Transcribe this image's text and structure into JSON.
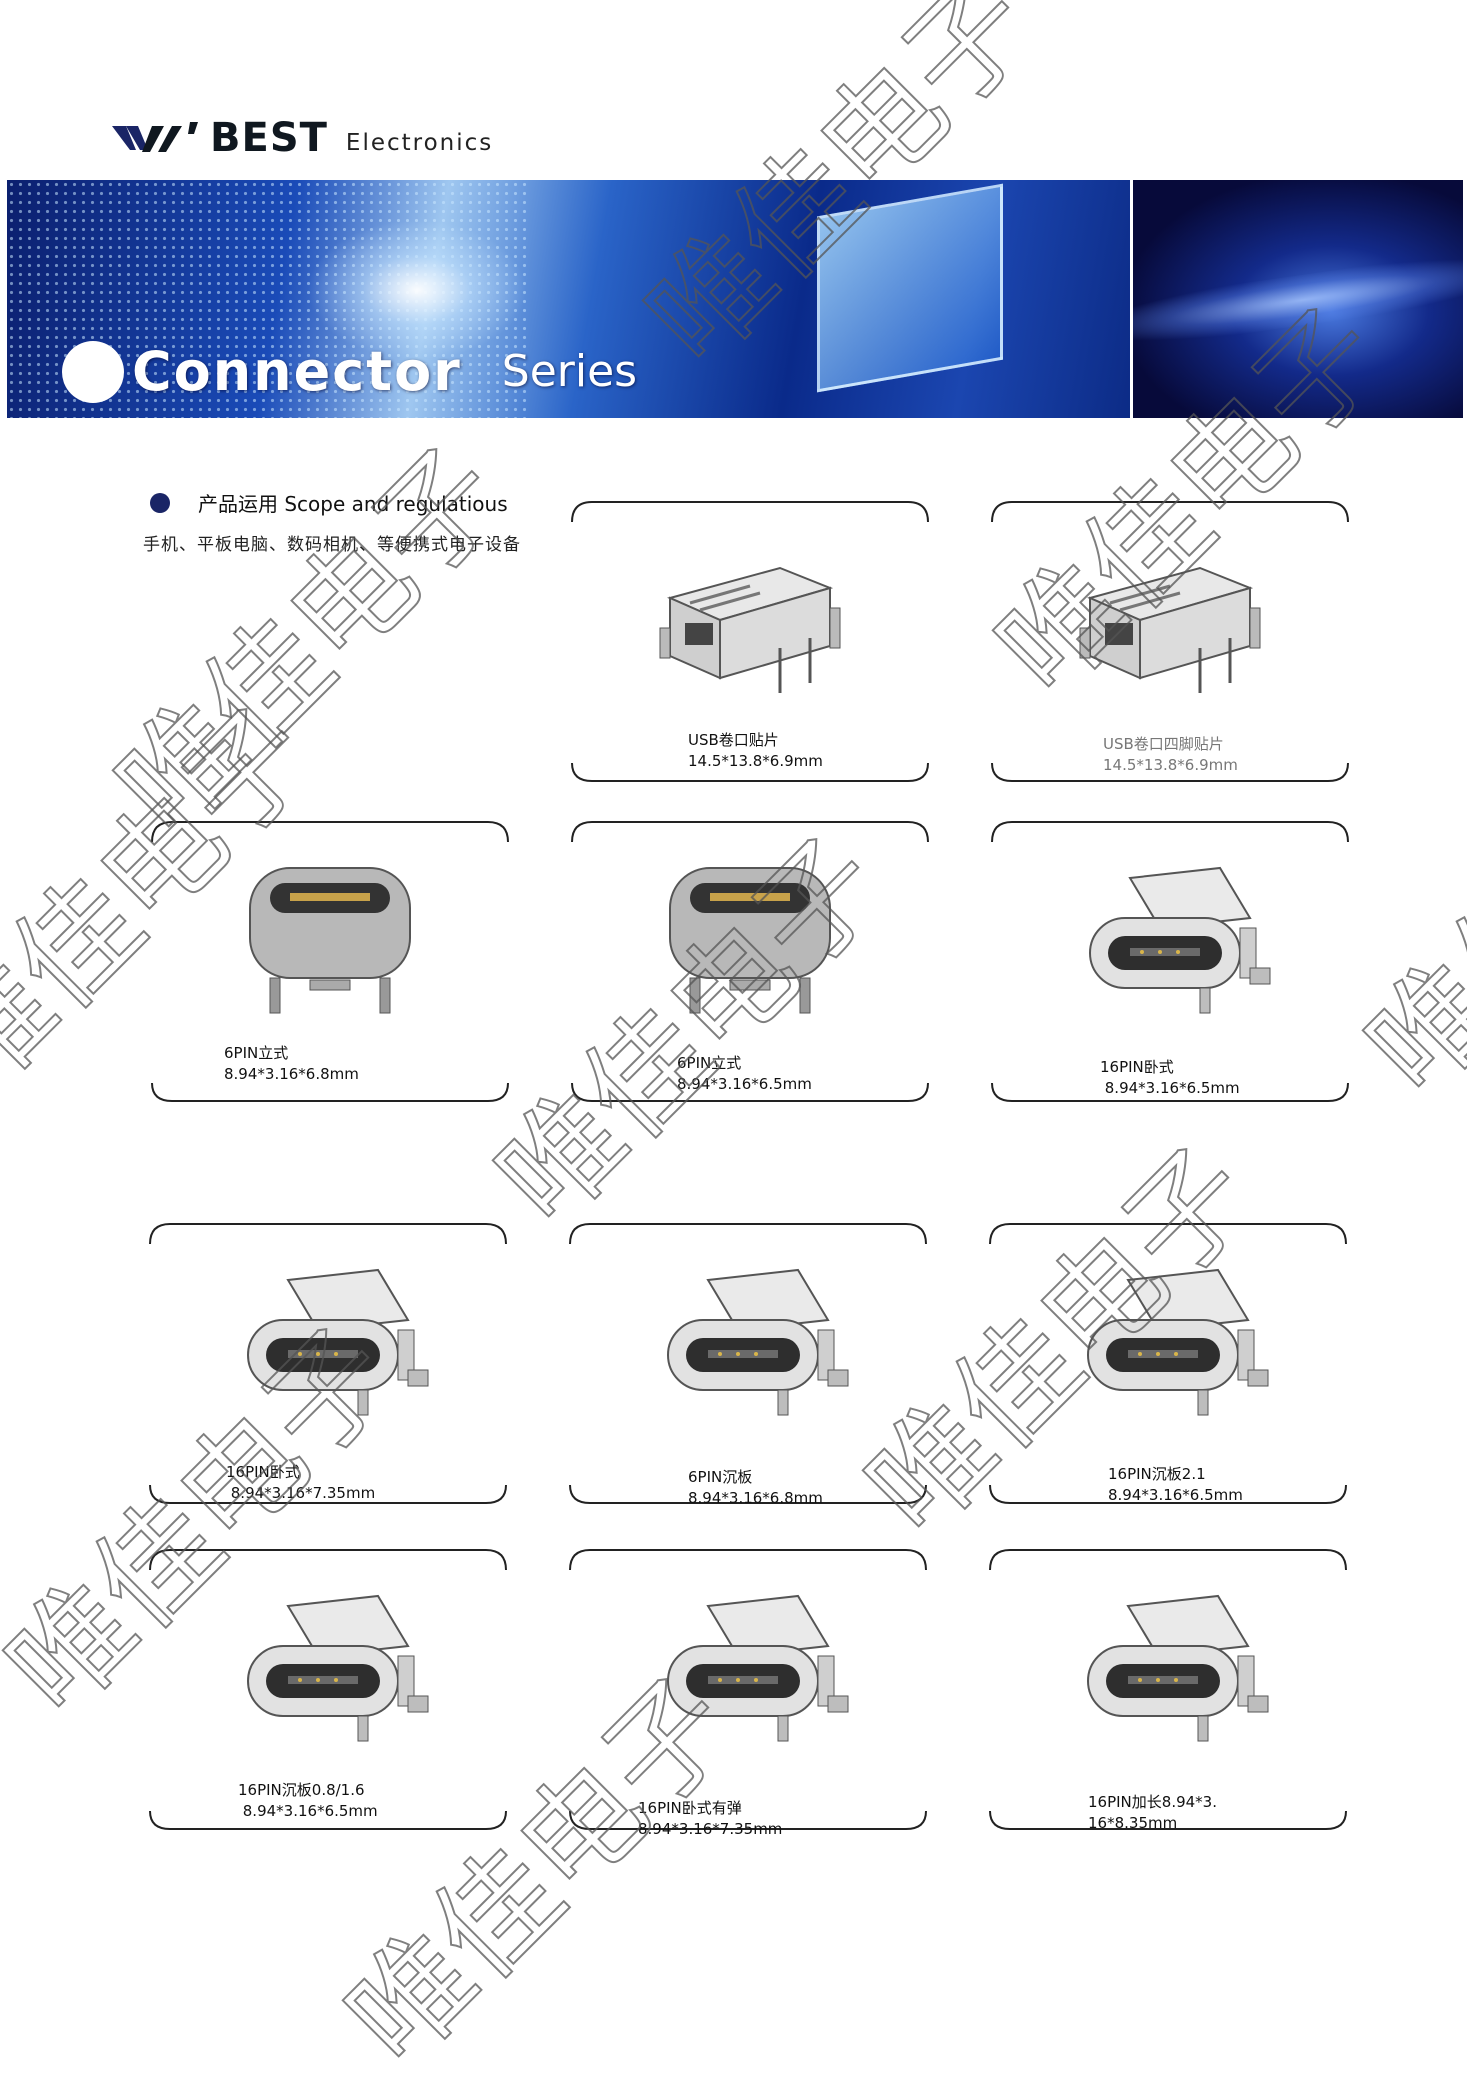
{
  "header": {
    "brand": "BEST",
    "brand_suffix": "Electronics"
  },
  "banner": {
    "title": "Connector",
    "subtitle": "Series"
  },
  "scope": {
    "title": "产品运用 Scope and regulatious",
    "description": "手机、平板电脑、数码相机、等便携式电子设备"
  },
  "products": [
    {
      "name": "USB卷口贴片",
      "size": "14.5*13.8*6.9mm",
      "image": "usb-a-connector"
    },
    {
      "name": "USB卷口四脚贴片",
      "size": "14.5*13.8*6.9mm",
      "image": "usb-a-connector"
    },
    {
      "name": "6PIN立式",
      "size": "8.94*3.16*6.8mm",
      "image": "usb-c-vertical"
    },
    {
      "name": "6PIN立式",
      "size": "8.94*3.16*6.5mm",
      "image": "usb-c-vertical"
    },
    {
      "name": "16PIN卧式",
      "size": " 8.94*3.16*6.5mm",
      "image": "usb-c-horizontal"
    },
    {
      "name": "16PIN卧式",
      "size": " 8.94*3.16*7.35mm",
      "image": "usb-c-horizontal"
    },
    {
      "name": "6PIN沉板",
      "size": "8.94*3.16*6.8mm",
      "image": "usb-c-horizontal"
    },
    {
      "name": "16PIN沉板2.1",
      "size": "8.94*3.16*6.5mm",
      "image": "usb-c-horizontal"
    },
    {
      "name": "16PIN沉板0.8/1.6",
      "size": " 8.94*3.16*6.5mm",
      "image": "usb-c-horizontal"
    },
    {
      "name": "16PIN卧式有弹",
      "size": "8.94*3.16*7.35mm",
      "image": "usb-c-horizontal"
    },
    {
      "name": "16PIN加长8.94*3.",
      "size": "16*8.35mm",
      "image": "usb-c-horizontal"
    }
  ],
  "watermark": "唯佳电子",
  "colors": {
    "bullet": "#1a2566",
    "banner_blue": "#1a4bb8",
    "frame": "#222222"
  }
}
